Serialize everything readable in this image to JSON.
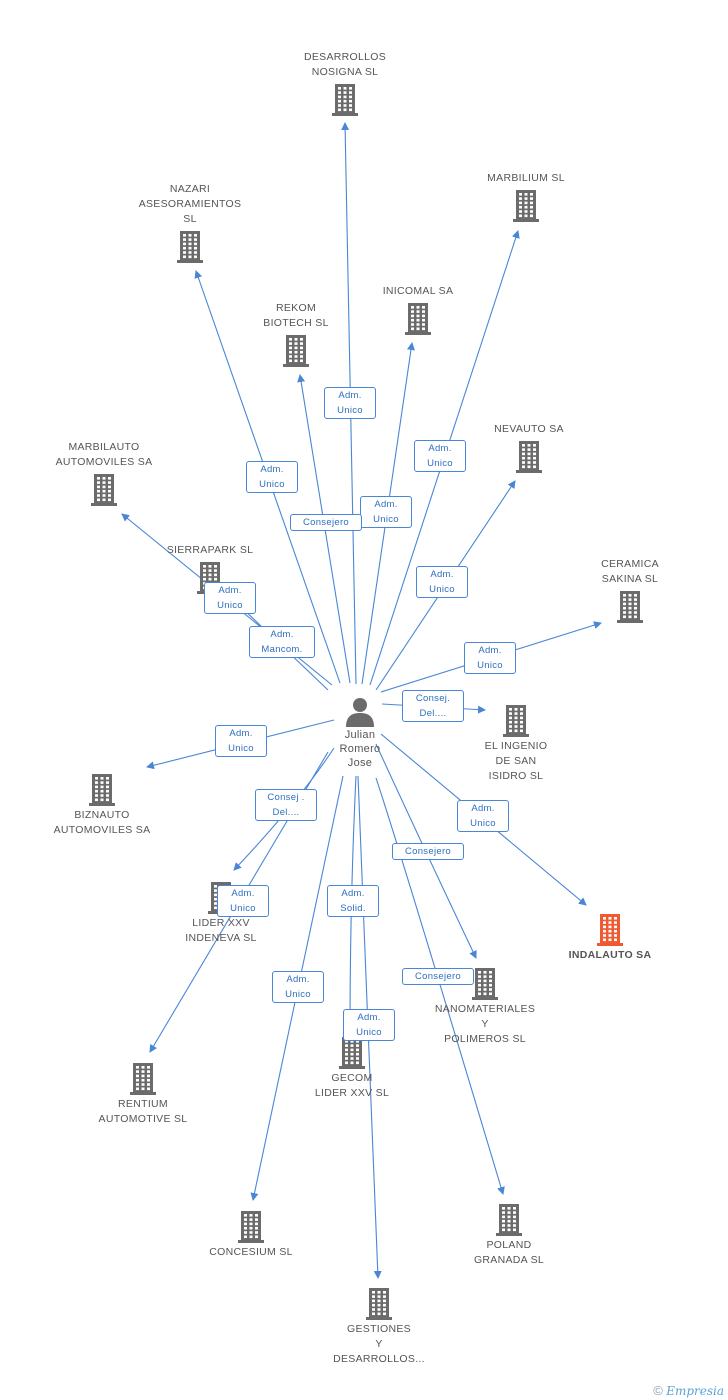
{
  "colors": {
    "edge": "#4a86d6",
    "company": "#6b6b6b",
    "focus": "#f15a31",
    "person": "#6b6b6b"
  },
  "person": {
    "name": "Julian\nRomero\nJose",
    "icon": "person-icon"
  },
  "companies": [
    {
      "id": "desarrollos-nosigna",
      "name": "DESARROLLOS\nNOSIGNA SL"
    },
    {
      "id": "marbilium",
      "name": "MARBILIUM SL"
    },
    {
      "id": "nazari",
      "name": "NAZARI\nASESORAMIENTOS\nSL"
    },
    {
      "id": "inicomal",
      "name": "INICOMAL SA"
    },
    {
      "id": "rekom",
      "name": "REKOM\nBIOTECH SL"
    },
    {
      "id": "nevauto",
      "name": "NEVAUTO SA"
    },
    {
      "id": "marbilauto",
      "name": "MARBILAUTO\nAUTOMOVILES SA"
    },
    {
      "id": "sierrapark",
      "name": "SIERRAPARK SL"
    },
    {
      "id": "ceramica",
      "name": "CERAMICA\nSAKINA SL"
    },
    {
      "id": "ingenio",
      "name": "EL INGENIO\nDE SAN\nISIDRO SL"
    },
    {
      "id": "biznauto",
      "name": "BIZNAUTO\nAUTOMOVILES SA"
    },
    {
      "id": "indalauto",
      "name": "INDALAUTO SA",
      "focus": true
    },
    {
      "id": "lider-indeneva",
      "name": "LIDER XXV\nINDENEVA SL"
    },
    {
      "id": "nanomateriales",
      "name": "NANOMATERIALES\nY\nPOLIMEROS SL"
    },
    {
      "id": "rentium",
      "name": "RENTIUM\nAUTOMOTIVE SL"
    },
    {
      "id": "gecom",
      "name": "GECOM\nLIDER XXV SL"
    },
    {
      "id": "concesium",
      "name": "CONCESIUM SL"
    },
    {
      "id": "poland",
      "name": "POLAND\nGRANADA  SL"
    },
    {
      "id": "gestiones",
      "name": "GESTIONES\nY\nDESARROLLOS..."
    }
  ],
  "relations": [
    {
      "to": "desarrollos-nosigna",
      "label": "Adm.\nUnico"
    },
    {
      "to": "marbilium",
      "label": "Adm.\nUnico"
    },
    {
      "to": "nazari",
      "label": "Adm.\nUnico"
    },
    {
      "to": "inicomal",
      "label": "Adm.\nUnico"
    },
    {
      "to": "rekom",
      "label": "Consejero"
    },
    {
      "to": "nevauto",
      "label": "Adm.\nUnico"
    },
    {
      "to": "marbilauto",
      "label": "Adm.\nMancom."
    },
    {
      "to": "sierrapark",
      "label": "Adm.\nUnico"
    },
    {
      "to": "ceramica",
      "label": "Adm.\nUnico"
    },
    {
      "to": "ingenio",
      "label": "Consej.\nDel...."
    },
    {
      "to": "biznauto",
      "label": "Adm.\nUnico"
    },
    {
      "to": "indalauto",
      "label": "Adm.\nUnico"
    },
    {
      "to": "lider-indeneva",
      "label": "Consej .\nDel...."
    },
    {
      "to": "nanomateriales",
      "label": "Consejero"
    },
    {
      "to": "rentium",
      "label": "Adm.\nUnico"
    },
    {
      "to": "gecom",
      "label": "Adm.\nSolid."
    },
    {
      "to": "concesium",
      "label": "Adm.\nUnico"
    },
    {
      "to": "poland",
      "label": "Consejero"
    },
    {
      "to": "gestiones",
      "label": "Adm.\nUnico"
    }
  ],
  "watermark": {
    "copyright": "©",
    "brand": "Empresia"
  }
}
